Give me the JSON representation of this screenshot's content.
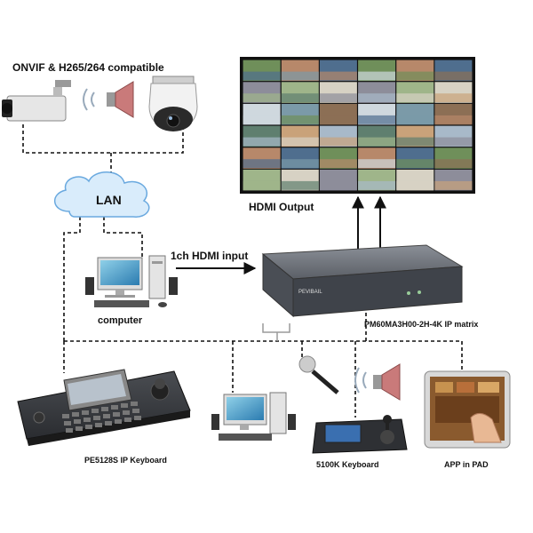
{
  "labels": {
    "onvif": "ONVIF & H265/264 compatible",
    "lan": "LAN",
    "hdmi_output": "HDMI Output",
    "hdmi_input": "1ch HDMI input",
    "matrix": "PM60MA3H00-2H-4K IP matrix",
    "computer": "computer",
    "ip_keyboard": "PE5128S IP Keyboard",
    "keyboard_5100k": "5100K Keyboard",
    "app_pad": "APP in PAD",
    "device_brand": "PEVIBAIL"
  },
  "colors": {
    "line": "#111111",
    "cloud_fill": "#d9ecfb",
    "cloud_stroke": "#6aa9df",
    "device_body": "#5b5f66",
    "device_front": "#3f434a",
    "speaker_cone": "#c97a7a"
  },
  "videowall": {
    "rows": 6,
    "cols": 6
  }
}
